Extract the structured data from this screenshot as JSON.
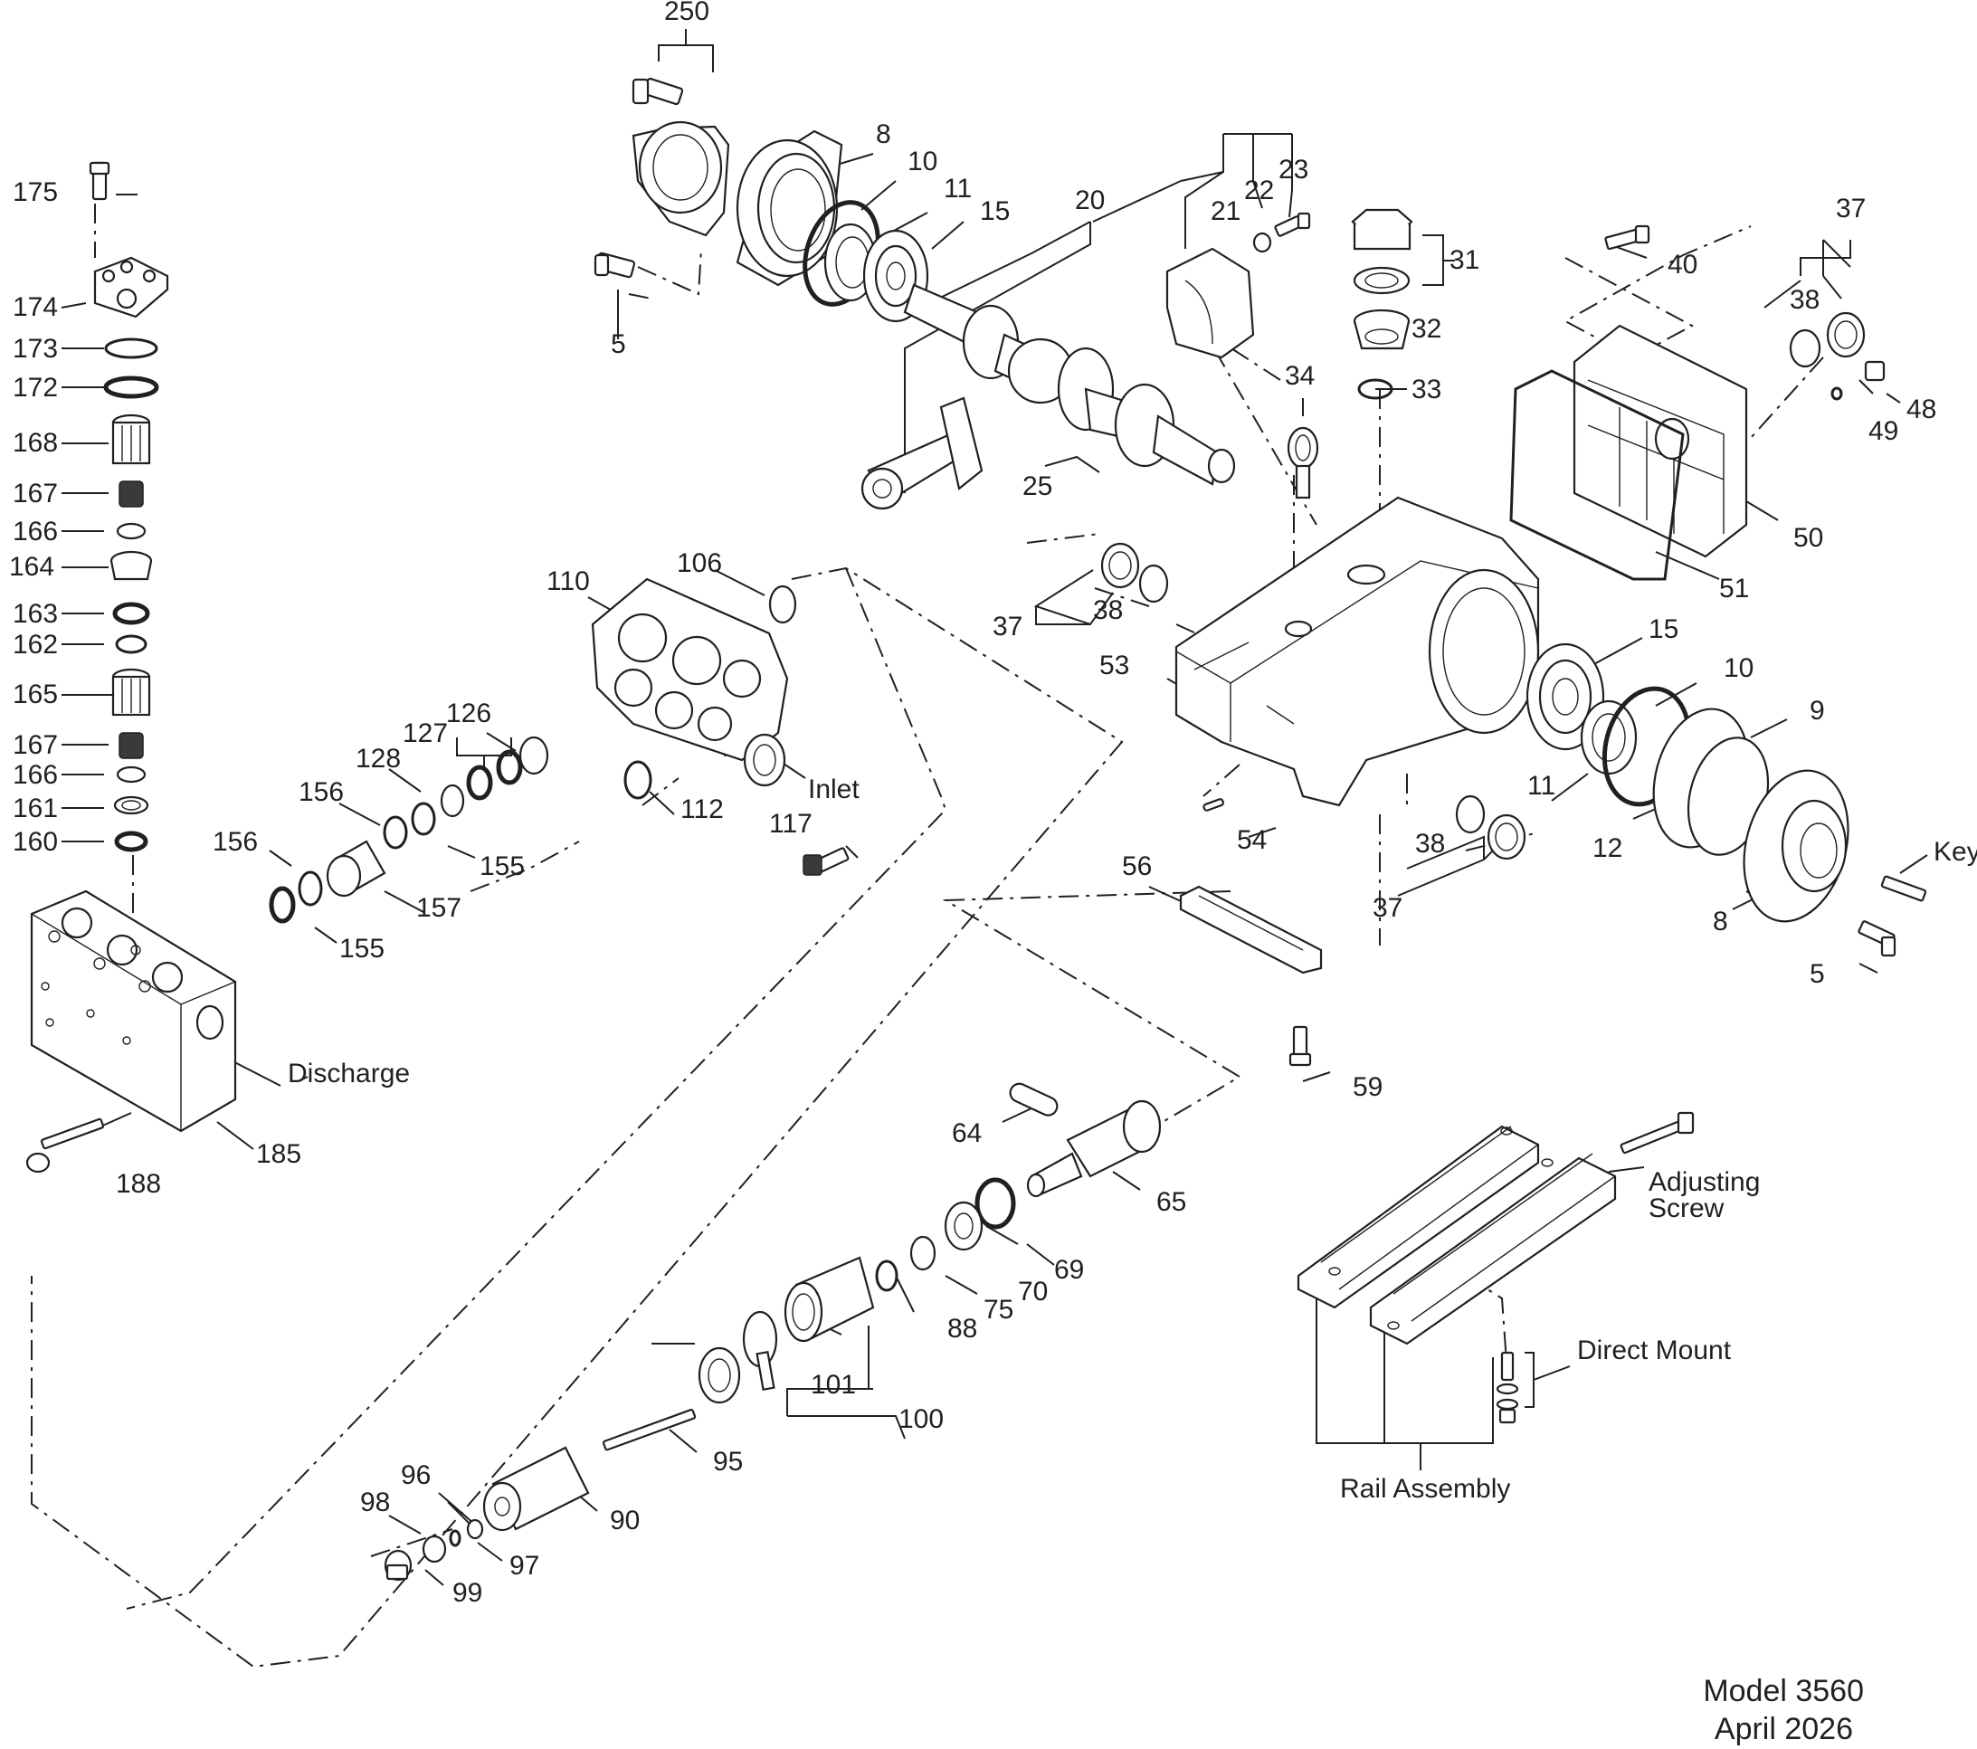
{
  "labels": {
    "p250": "250",
    "p8_top": "8",
    "p10_top": "10",
    "p11_top": "11",
    "p15_top": "15",
    "p20": "20",
    "p21": "21",
    "p22": "22",
    "p23": "23",
    "p5_top": "5",
    "p25": "25",
    "p31": "31",
    "p32": "32",
    "p33": "33",
    "p34": "34",
    "p40": "40",
    "p37_top": "37",
    "p38_top": "38",
    "p48": "48",
    "p49": "49",
    "p50": "50",
    "p51": "51",
    "p175": "175",
    "p174": "174",
    "p173": "173",
    "p172": "172",
    "p168": "168",
    "p167a": "167",
    "p166a": "166",
    "p164": "164",
    "p163": "163",
    "p162": "162",
    "p165": "165",
    "p167b": "167",
    "p166b": "166",
    "p161": "161",
    "p160": "160",
    "p106": "106",
    "p110": "110",
    "p126": "126",
    "p127": "127",
    "p128": "128",
    "p156a": "156",
    "p156b": "156",
    "p155a": "155",
    "p155b": "155",
    "p157": "157",
    "p112": "112",
    "inlet": "Inlet",
    "p117": "117",
    "p37_mid": "37",
    "p38_mid": "38",
    "p53": "53",
    "p15_right": "15",
    "p10_right": "10",
    "p9": "9",
    "p11_right": "11",
    "p12": "12",
    "p54": "54",
    "p38_low": "38",
    "p37_low": "37",
    "key": "Key",
    "p8_right": "8",
    "p5_right": "5",
    "p56": "56",
    "p59": "59",
    "discharge": "Discharge",
    "p185": "185",
    "p188": "188",
    "p64": "64",
    "p65": "65",
    "p69": "69",
    "p70": "70",
    "p75": "75",
    "p88": "88",
    "p101": "101",
    "p100": "100",
    "p95": "95",
    "p90": "90",
    "p96": "96",
    "p97": "97",
    "p98": "98",
    "p99": "99",
    "adjusting_screw_1": "Adjusting",
    "adjusting_screw_2": "Screw",
    "direct_mount": "Direct Mount",
    "rail_assembly": "Rail Assembly"
  },
  "footer": {
    "model": "Model 3560",
    "date": "April 2026"
  }
}
